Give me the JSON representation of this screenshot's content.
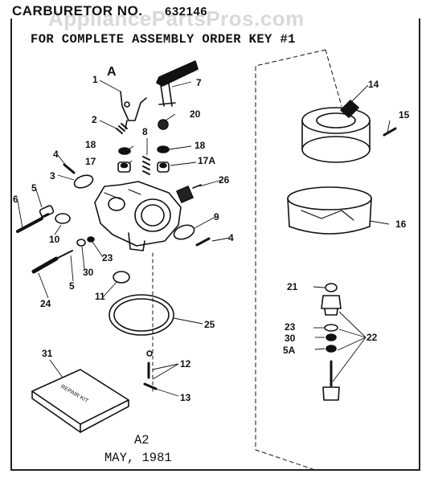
{
  "header": {
    "title_label": "CARBURETOR NO.",
    "title_number": "632146",
    "subtitle": "FOR COMPLETE ASSEMBLY ORDER KEY #1"
  },
  "watermark": "AppliancePartsPros.com",
  "detail_letter": "A",
  "repair_kit_label": "REPAIR KIT",
  "callouts": [
    "1",
    "7",
    "14",
    "20",
    "2",
    "8",
    "15",
    "18",
    "18",
    "17",
    "17A",
    "4",
    "3",
    "26",
    "5",
    "6",
    "9",
    "16",
    "10",
    "4",
    "23",
    "30",
    "5",
    "11",
    "24",
    "21",
    "23",
    "30",
    "5A",
    "22",
    "25",
    "31",
    "12",
    "13"
  ],
  "footer": {
    "code": "A2",
    "date": "MAY, 1981"
  }
}
